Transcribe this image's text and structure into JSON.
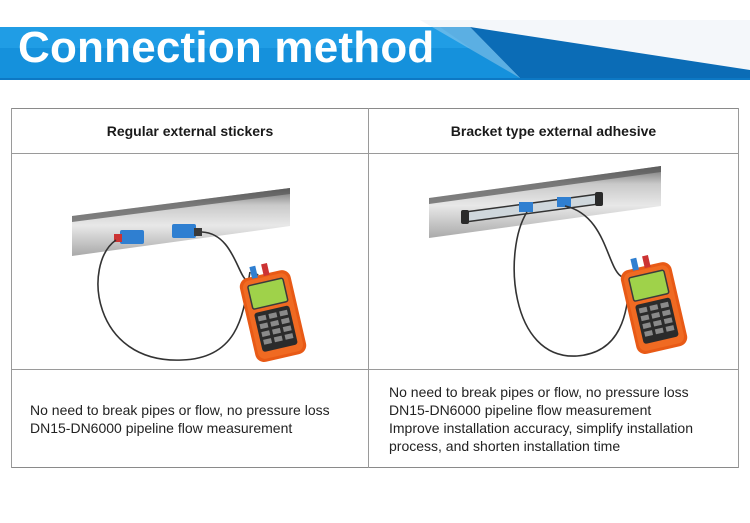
{
  "banner": {
    "title": "Connection method",
    "color_light": "#1fa2e6",
    "color_dark": "#0a6fb8"
  },
  "columns": [
    {
      "header": "Regular external stickers",
      "lines": [
        "No need to break pipes or flow, no pressure loss",
        "DN15-DN6000 pipeline flow measurement"
      ]
    },
    {
      "header": "Bracket type external adhesive",
      "lines": [
        "No need to break pipes or flow, no pressure loss",
        "DN15-DN6000 pipeline flow measurement",
        "Improve installation accuracy, simplify installation process, and shorten installation time"
      ]
    }
  ],
  "device": {
    "body_color": "#e85a16",
    "screen_color": "#9fd24a",
    "clamp_color": "#2f7fd1"
  }
}
